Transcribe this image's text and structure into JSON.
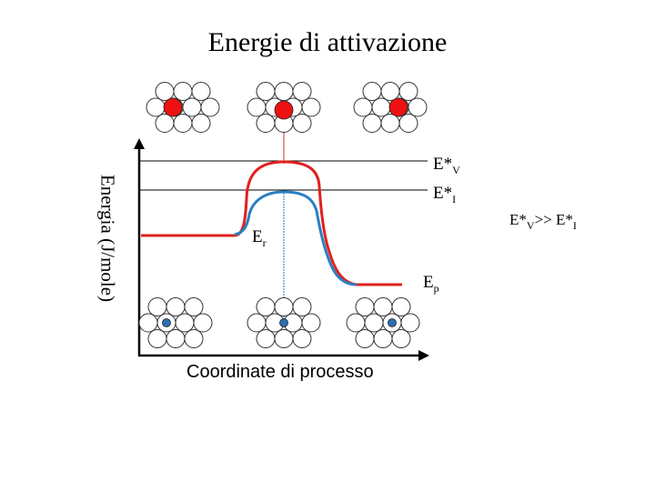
{
  "title": "Energie di attivazione",
  "y_axis_label": "Energia (J/mole)",
  "x_axis_label": "Coordinate di processo",
  "labels": {
    "ev": {
      "main": "E*",
      "sub": "V"
    },
    "ei": {
      "main": "E*",
      "sub": "I"
    },
    "er": {
      "main": "E",
      "sub": "r"
    },
    "ep": {
      "main": "E",
      "sub": "p"
    },
    "comparison": {
      "part1": "E*",
      "sub1": "V",
      "part2": ">> E*",
      "sub2": "I"
    }
  },
  "colors": {
    "vacancy_curve": "#e02020",
    "interstitial_curve": "#2a7fc0",
    "atom_fill": "#ffffff",
    "atom_stroke": "#333333",
    "vacancy_atom": "#ee1111",
    "interstitial_atom": "#2a6fb0"
  }
}
